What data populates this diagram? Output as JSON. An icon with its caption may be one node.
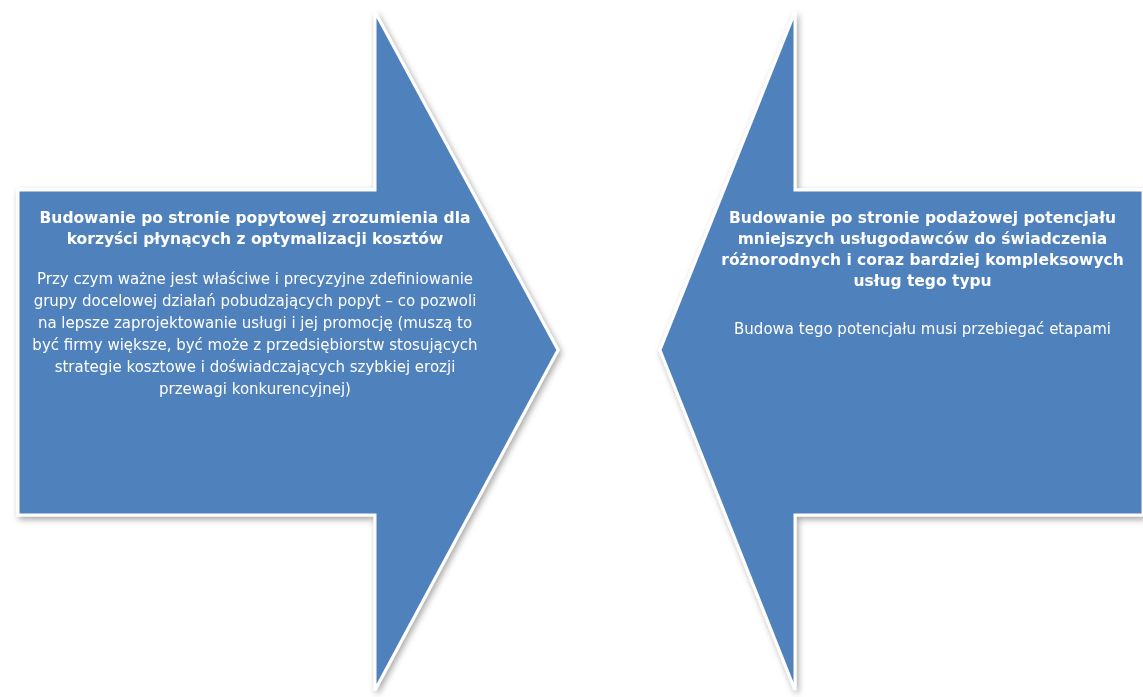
{
  "diagram": {
    "nodes": [
      {
        "text": [
          "Budowanie po stronie popytowej zrozumienia dla korzyści płynących z optymalizacji kosztów",
          "Przy czym ważne jest właściwe i precyzyjne zdefiniowanie grupy docelowej działań pobudzających popyt – co pozwoli na lepsze zaprojektowanie usługi i jej promocję (muszą to być firmy większe, być może z przedsiębiorstw stosujących strategie kosztowe i doświadczających szybkiej erozji przewagi konkurencyjnej)"
        ]
      },
      {
        "text": [
          "Budowanie po stronie podażowej potencjału mniejszych usługodawców do świadczenia różnorodnych i coraz bardziej kompleksowych usług tego typu",
          "Budowa tego potencjału musi przebiegać etapami"
        ]
      }
    ]
  }
}
